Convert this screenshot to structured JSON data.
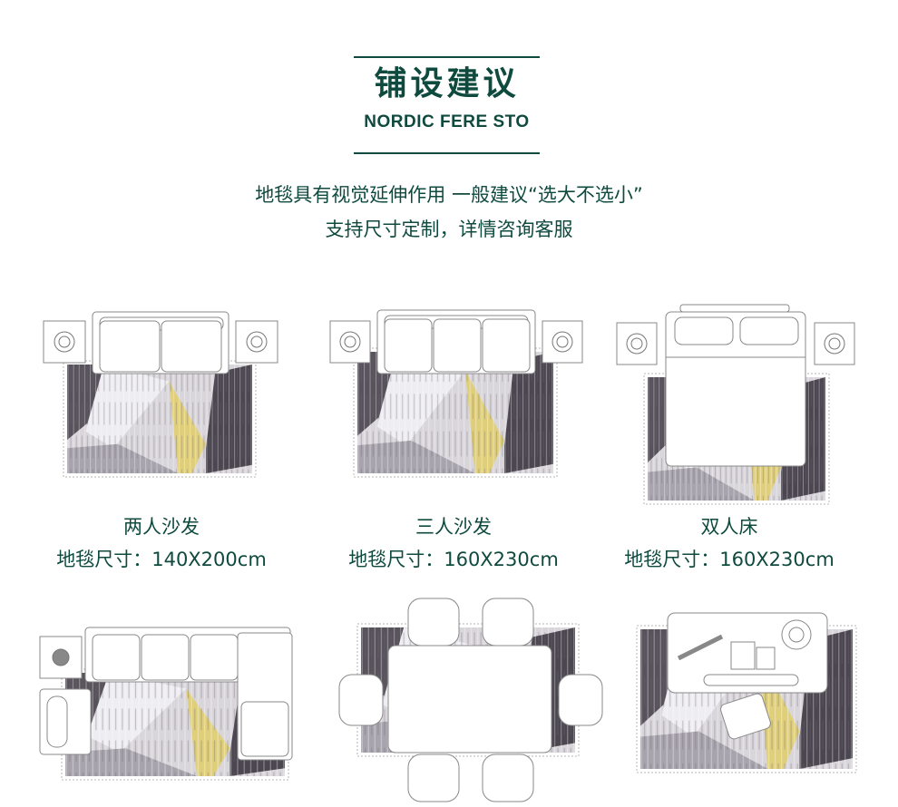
{
  "header": {
    "title": "铺设建议",
    "subtitle": "NORDIC FERE STO"
  },
  "intro": {
    "line1": "地毯具有视觉延伸作用 一般建议“选大不选小”",
    "line2": "支持尺寸定制，详情咨询客服"
  },
  "layouts": [
    {
      "name": "两人沙发",
      "size": "地毯尺寸：140X200cm"
    },
    {
      "name": "三人沙发",
      "size": "地毯尺寸：160X230cm"
    },
    {
      "name": "双人床",
      "size": "地毯尺寸：160X230cm"
    }
  ],
  "colors": {
    "accent": "#0f4a3f",
    "rug_base": "#d9d6db",
    "rug_dark": "#4b4650",
    "rug_yellow": "#e0cf7a"
  }
}
